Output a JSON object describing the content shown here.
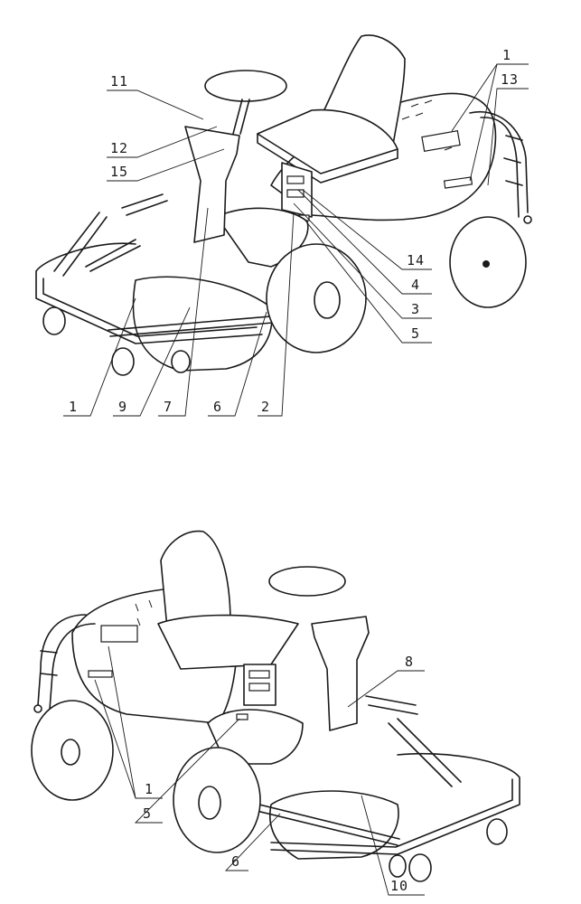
{
  "callouts": {
    "top": [
      {
        "label": "11"
      },
      {
        "label": "12"
      },
      {
        "label": "15"
      },
      {
        "label": "1"
      },
      {
        "label": "13"
      },
      {
        "label": "14"
      },
      {
        "label": "4"
      },
      {
        "label": "3"
      },
      {
        "label": "5"
      },
      {
        "label": "1"
      },
      {
        "label": "9"
      },
      {
        "label": "7"
      },
      {
        "label": "6"
      },
      {
        "label": "2"
      }
    ],
    "bottom": [
      {
        "label": "8"
      },
      {
        "label": "1"
      },
      {
        "label": "5"
      },
      {
        "label": "6"
      },
      {
        "label": "10"
      }
    ]
  }
}
